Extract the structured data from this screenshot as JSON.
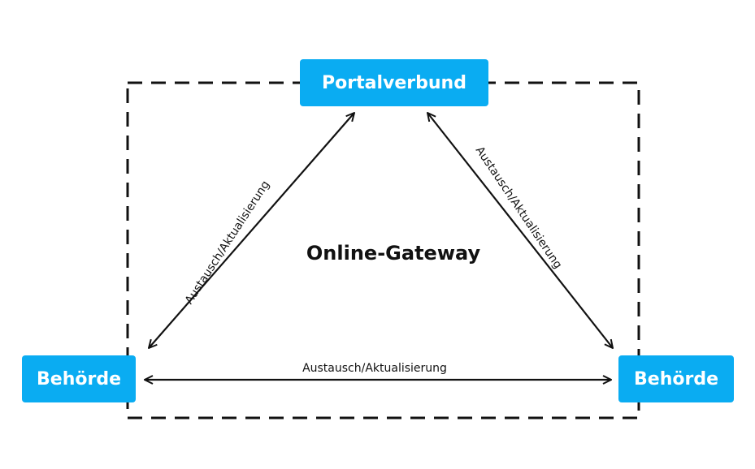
{
  "diagram": {
    "nodes": {
      "top": "Portalverbund",
      "left": "Behörde",
      "right": "Behörde"
    },
    "boundary_label": "Online-Gateway",
    "edges": {
      "left_diagonal": "Austausch/Aktualisierung",
      "right_diagonal": "Austausch/Aktualisierung",
      "bottom": "Austausch/Aktualisierung"
    },
    "colors": {
      "node_fill": "#0aacf2",
      "node_text": "#ffffff",
      "line": "#111111"
    }
  }
}
